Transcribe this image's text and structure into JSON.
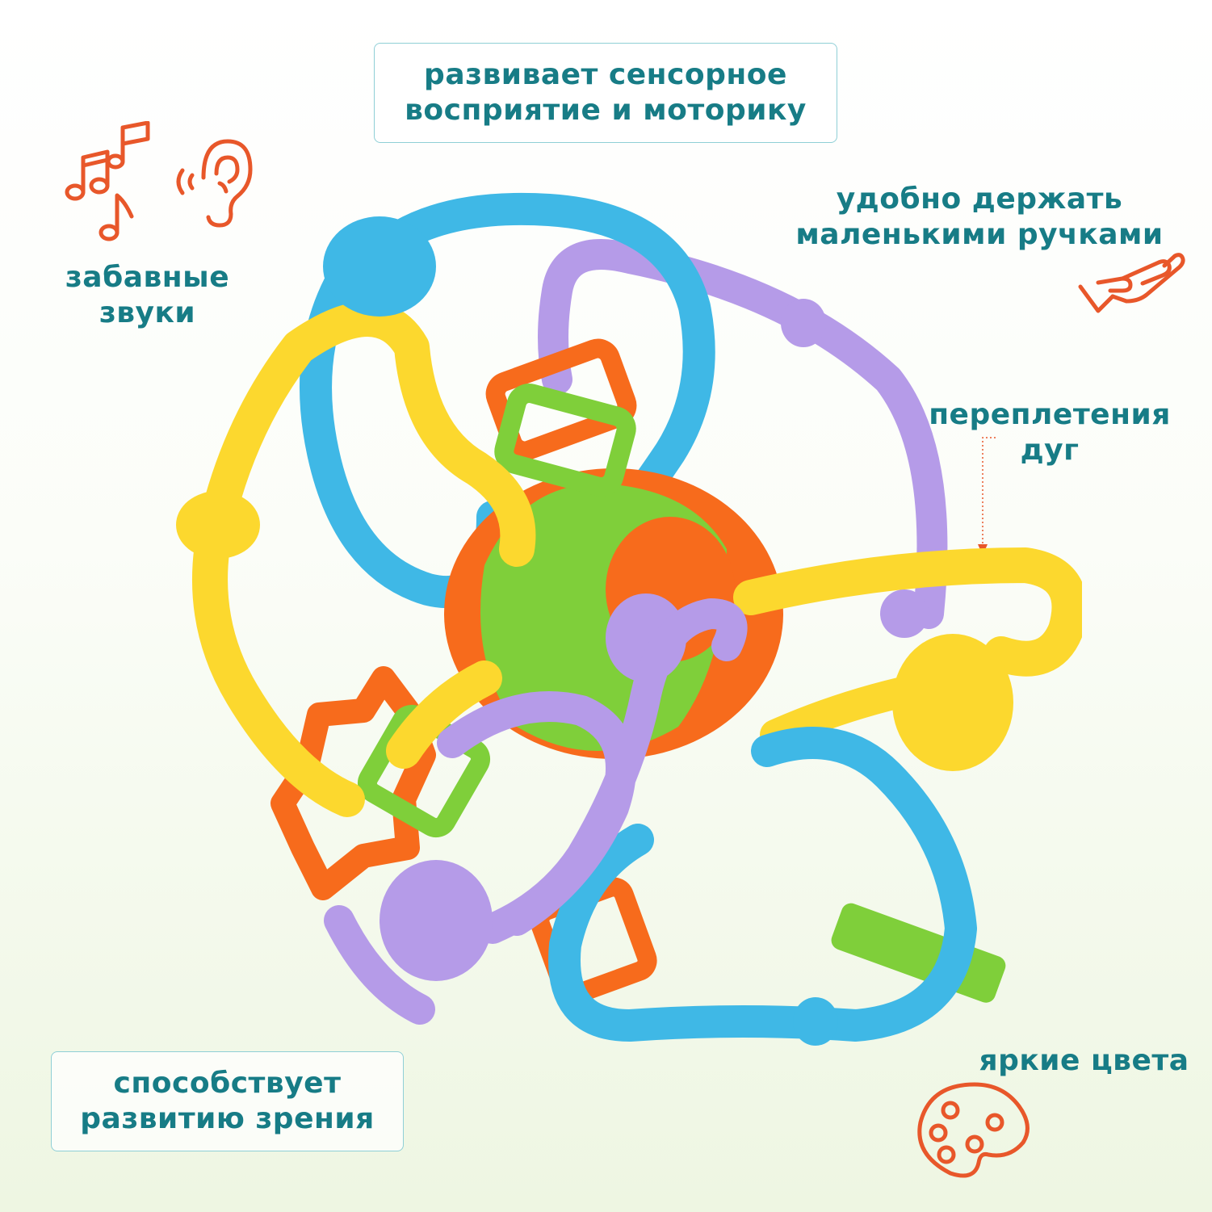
{
  "captions": {
    "sensory": [
      "развивает сенсорное",
      "восприятие и моторику"
    ],
    "sounds": [
      "забавные",
      "звуки"
    ],
    "grip": [
      "удобно держать",
      "маленькими ручками"
    ],
    "arcs": [
      "переплетения",
      "дуг"
    ],
    "vision": [
      "способствует",
      "развитию зрения"
    ],
    "colors": [
      "яркие цвета"
    ]
  },
  "icons": {
    "music": "music-notes-icon",
    "ear": "ear-sound-icon",
    "hand": "open-hand-icon",
    "palette": "palette-icon",
    "arrow": "dotted-arrow-icon"
  },
  "colors": {
    "text": "#177c86",
    "accent": "#e8572a",
    "toy_blue": "#3fb8e6",
    "toy_yellow": "#fcd82e",
    "toy_purple": "#b59be8",
    "toy_green": "#7fcf3a",
    "toy_orange": "#f76b1c"
  }
}
